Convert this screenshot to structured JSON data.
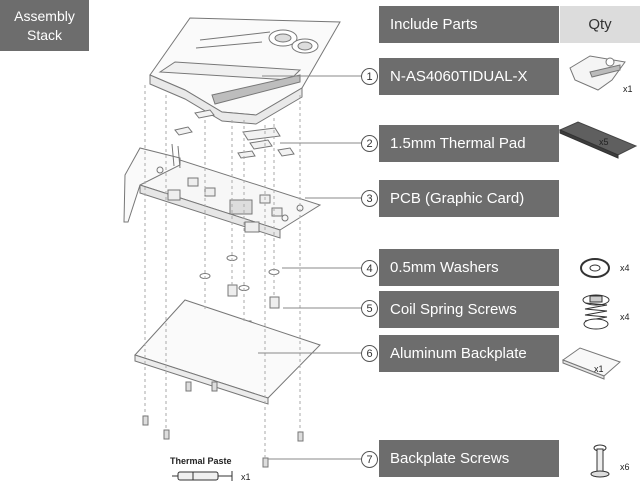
{
  "stack_label": [
    "Assembly",
    "Stack"
  ],
  "header": {
    "parts": "Include Parts",
    "qty": "Qty"
  },
  "parts": [
    {
      "num": "1",
      "name": "N-AS4060TIDUAL-X",
      "qty": "x1"
    },
    {
      "num": "2",
      "name": "1.5mm Thermal Pad",
      "qty": "x5"
    },
    {
      "num": "3",
      "name": "PCB (Graphic Card)",
      "qty": ""
    },
    {
      "num": "4",
      "name": "0.5mm Washers",
      "qty": "x4"
    },
    {
      "num": "5",
      "name": "Coil Spring Screws",
      "qty": "x4"
    },
    {
      "num": "6",
      "name": "Aluminum Backplate",
      "qty": "x1"
    },
    {
      "num": "7",
      "name": "Backplate Screws",
      "qty": "x6"
    }
  ],
  "thermal_paste": {
    "label": "Thermal Paste",
    "qty": "x1"
  },
  "colors": {
    "bar": "#6d6d6d",
    "qty_header": "#dcdcdc",
    "line": "#555555"
  }
}
